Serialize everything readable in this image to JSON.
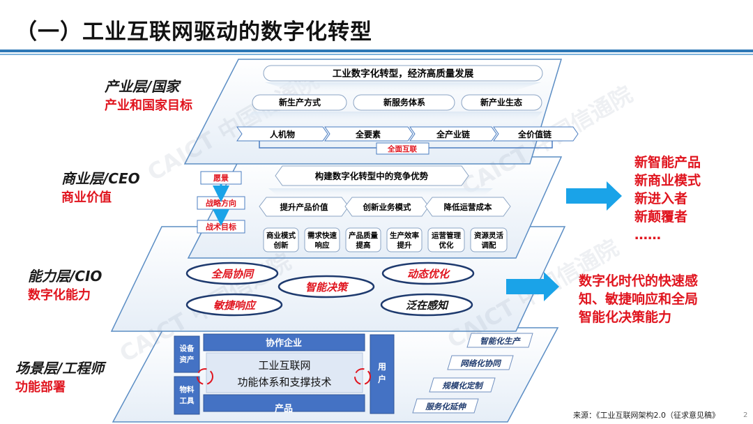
{
  "title": "（一）工业互联网驱动的数字化转型",
  "layers": {
    "industry": {
      "name": "产业层/国家",
      "sub": "产业和国家目标"
    },
    "business": {
      "name": "商业层/CEO",
      "sub": "商业价值"
    },
    "capability": {
      "name": "能力层/CIO",
      "sub": "数字化能力"
    },
    "scene": {
      "name": "场景层/工程师",
      "sub": "功能部署"
    }
  },
  "industry_layer": {
    "top_goal": "工业数字化转型，经济高质量发展",
    "modes": [
      "新生产方式",
      "新服务体系",
      "新产业生态"
    ],
    "elements": [
      "人机物",
      "全要素",
      "全产业链",
      "全价值链"
    ],
    "connect": "全面互联"
  },
  "business_layer": {
    "flow": [
      "愿景",
      "战略方向",
      "战术目标"
    ],
    "top": "构建数字化转型中的竞争优势",
    "mid": [
      "提升产品价值",
      "创新业务模式",
      "降低运营成本"
    ],
    "bottom": [
      [
        "商业模式",
        "创新"
      ],
      [
        "需求快速",
        "响应"
      ],
      [
        "产品质量",
        "提高"
      ],
      [
        "生产效率",
        "提升"
      ],
      [
        "运营管理",
        "优化"
      ],
      [
        "资源灵活",
        "调配"
      ]
    ]
  },
  "capability_layer": {
    "items": [
      "全局协同",
      "智能决策",
      "动态优化",
      "敏捷响应",
      "泛在感知"
    ]
  },
  "scene_layer": {
    "collab": "协作企业",
    "product": "产品",
    "equip": [
      "设备",
      "资产"
    ],
    "material": [
      "物料",
      "工具"
    ],
    "center": [
      "工业互联网",
      "功能体系和支撑技术"
    ],
    "user": [
      "用",
      "户"
    ],
    "modes": [
      "智能化生产",
      "网络化协同",
      "规模化定制",
      "服务化延伸"
    ]
  },
  "right_outcomes": [
    "新智能产品",
    "新商业模式",
    "新进入者",
    "新颠覆者",
    "……"
  ],
  "right_capability": [
    "数字化时代的快速感",
    "知、敏捷响应和全局",
    "智能化决策能力"
  ],
  "watermark": "CAICT 中国信通院",
  "source": "来源：《工业互联网架构2.0（征求意见稿》",
  "page": "2",
  "colors": {
    "accent": "#2e78b6",
    "red": "#e0141e",
    "arrow": "#1aa3e8"
  }
}
